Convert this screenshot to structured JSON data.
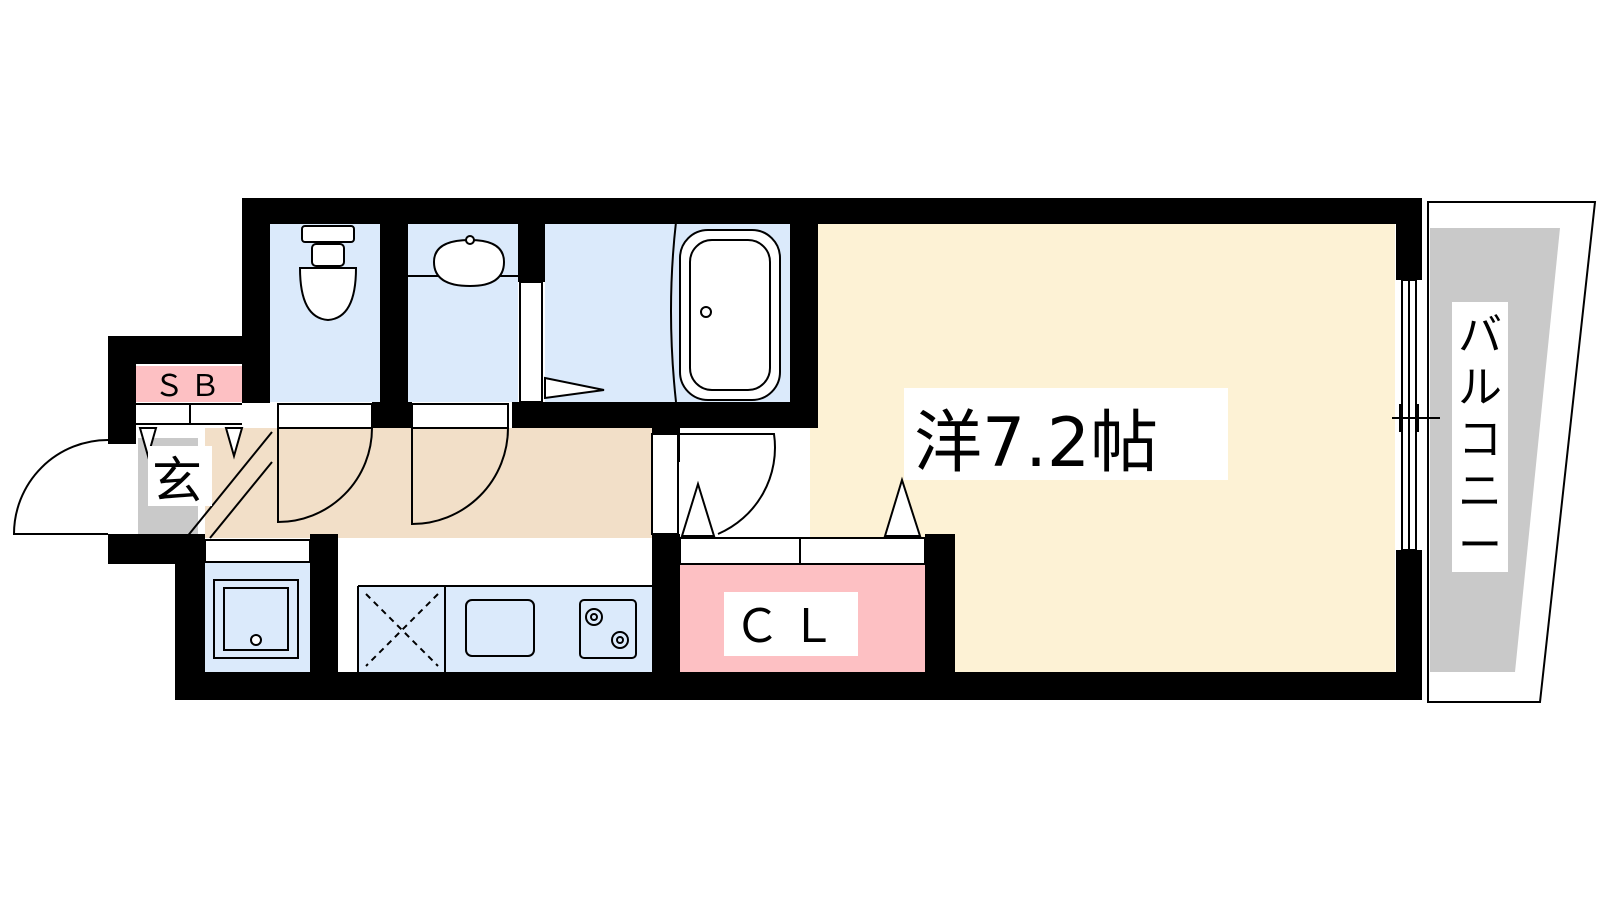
{
  "floor_plan": {
    "rooms": {
      "western_room": "洋7.2帖",
      "closet": "ＣＬ",
      "shoe_box": "ＳＢ",
      "entrance": "玄",
      "balcony": [
        "バ",
        "ル",
        "コ",
        "ニ",
        "ー"
      ]
    },
    "colors": {
      "wall": "#000000",
      "western_room_floor": "#fdf2d5",
      "wet_area": "#dbeafb",
      "kitchen_floor": "#f2dfc8",
      "closet": "#fdc0c3",
      "shoe_box": "#fdc0c3",
      "entrance": "#c9c9c9",
      "balcony": "#c9c9c9"
    }
  }
}
